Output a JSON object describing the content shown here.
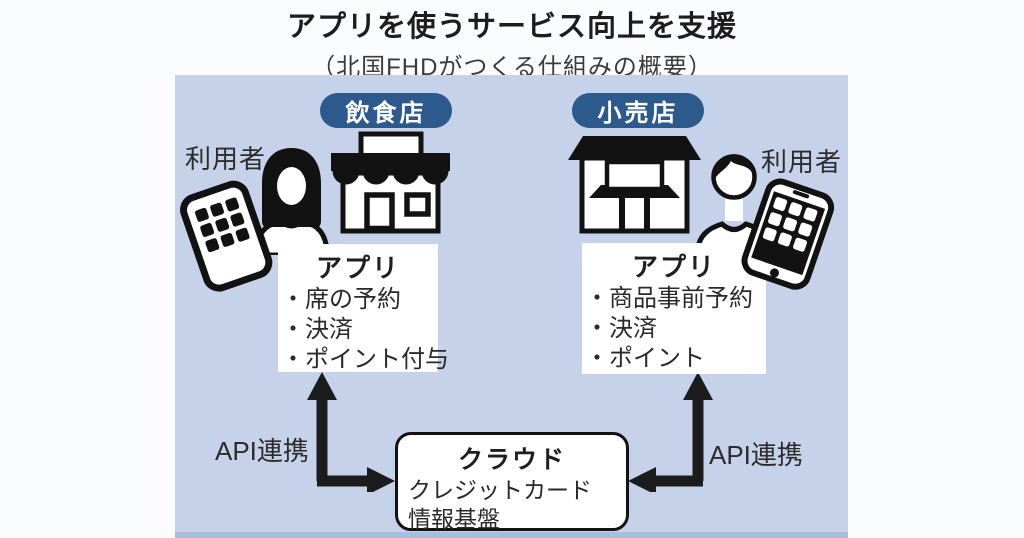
{
  "title": "アプリを使うサービス向上を支援",
  "subtitle": "（北国FHDがつくる仕組みの概要）",
  "colors": {
    "panel_bg": "#c5d2e9",
    "panel_bottom_edge": "#a9bedd",
    "badge_bg": "#2d5a8c",
    "badge_text": "#ffffff",
    "box_bg": "#ffffff",
    "arrow": "#1c1c1c",
    "text": "#222222"
  },
  "restaurant": {
    "badge": "飲食店",
    "user_label": "利用者",
    "app": {
      "title": "アプリ",
      "items": [
        "・席の予約",
        "・決済",
        "・ポイント付与"
      ]
    },
    "api_label": "API連携"
  },
  "retail": {
    "badge": "小売店",
    "user_label": "利用者",
    "app": {
      "title": "アプリ",
      "items": [
        "・商品事前予約",
        "・決済",
        "・ポイント"
      ]
    },
    "api_label": "API連携"
  },
  "cloud": {
    "title": "クラウド",
    "lines": [
      "クレジットカード",
      "情報基盤"
    ]
  },
  "icons": {
    "left_user": "female-user-icon",
    "left_phone": "smartphone-icon",
    "left_store": "restaurant-storefront-icon",
    "right_store": "retail-storefront-icon",
    "right_user": "male-user-icon",
    "right_phone": "smartphone-icon"
  }
}
